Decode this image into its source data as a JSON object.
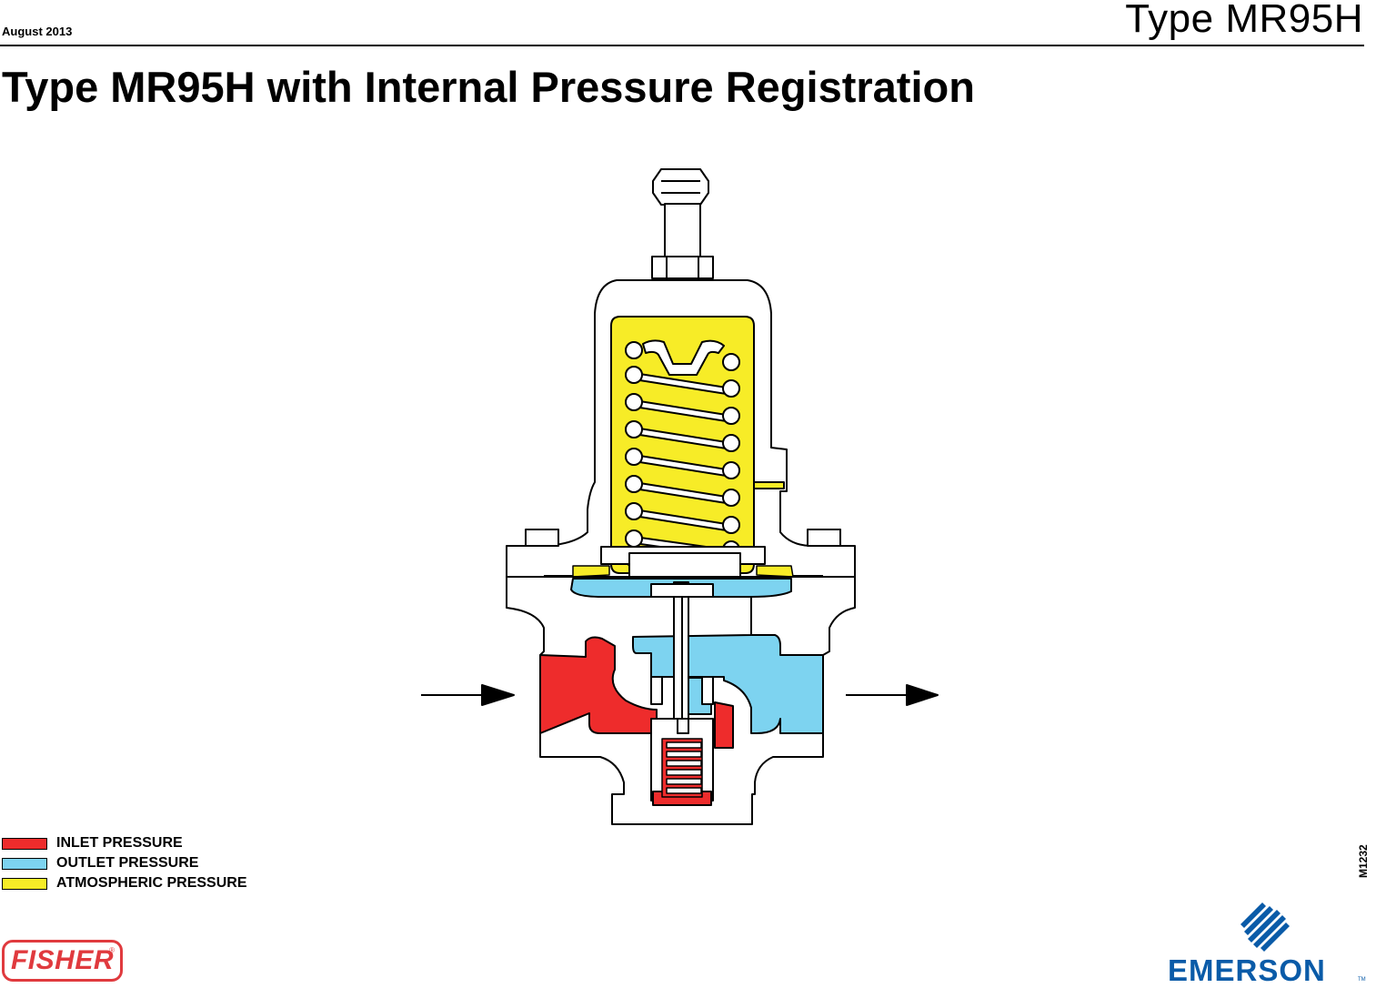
{
  "header": {
    "date": "August 2013",
    "model": "Type MR95H"
  },
  "title": "Type MR95H with Internal Pressure Registration",
  "colors": {
    "inlet": "#ee2c2c",
    "outlet": "#7dd3f0",
    "atmospheric": "#f7ec27",
    "body": "#ffffff",
    "outline": "#000000",
    "fisher": "#e03a3e",
    "emerson": "#0a5ba8"
  },
  "legend": [
    {
      "label": "INLET PRESSURE",
      "color": "#ee2c2c"
    },
    {
      "label": "OUTLET PRESSURE",
      "color": "#7dd3f0"
    },
    {
      "label": "ATMOSPHERIC PRESSURE",
      "color": "#f7ec27"
    }
  ],
  "figure_code": "M1232",
  "logos": {
    "fisher": "FISHER",
    "emerson": "EMERSON"
  },
  "diagram": {
    "inlet_arrow_icon": "arrow-right-icon",
    "outlet_arrow_icon": "arrow-right-icon"
  }
}
